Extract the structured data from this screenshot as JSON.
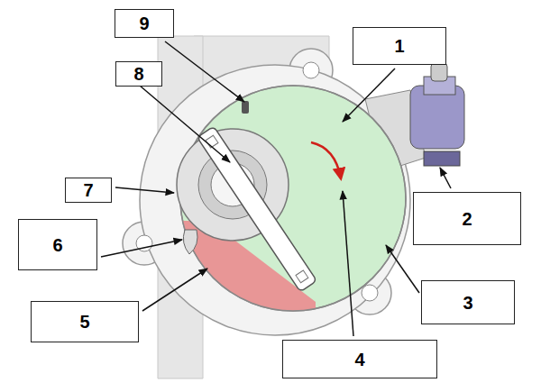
{
  "diagram": {
    "nodes": [
      {
        "text": [
          "9"
        ]
      },
      {
        "text": [
          "1"
        ]
      },
      {
        "text": [
          "8"
        ]
      },
      {
        "text": [
          "7"
        ]
      },
      {
        "text": [
          "2"
        ]
      },
      {
        "text": [
          "6"
        ]
      },
      {
        "text": [
          "3"
        ]
      },
      {
        "text": [
          "5"
        ]
      },
      {
        "text": [
          "4"
        ]
      }
    ]
  }
}
